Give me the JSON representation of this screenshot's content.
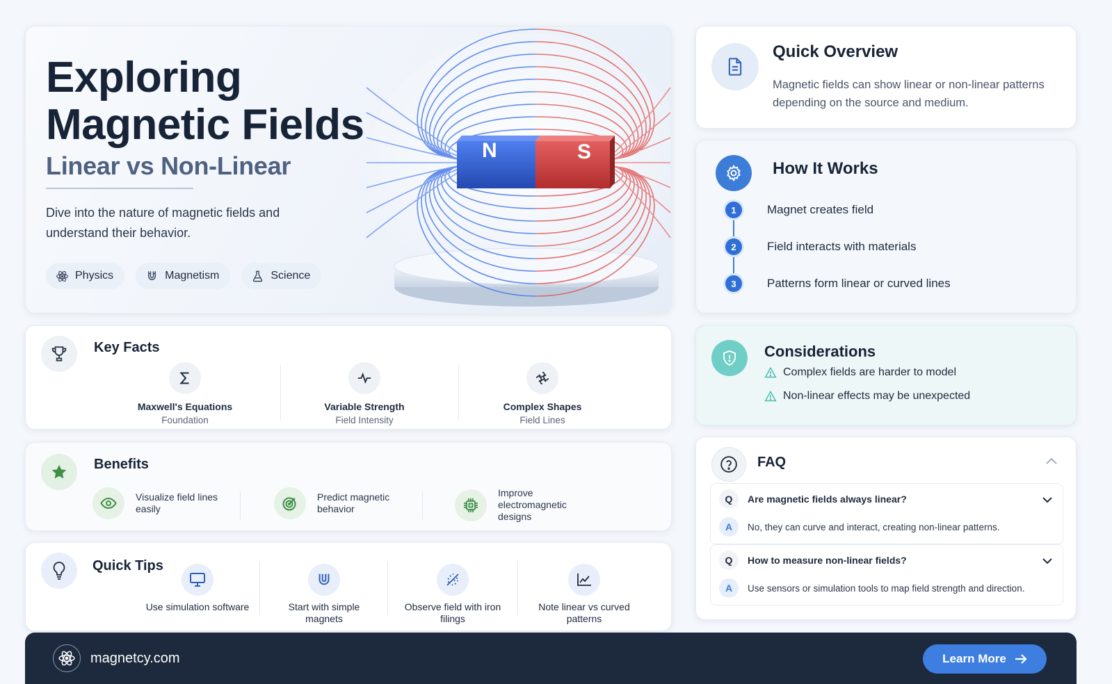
{
  "hero": {
    "title": "Exploring Magnetic Fields",
    "subtitle": "Linear vs Non-Linear",
    "description": "Dive into the nature of magnetic fields and understand their behavior.",
    "chips": [
      {
        "label": "Physics",
        "icon": "atom-icon"
      },
      {
        "label": "Magnetism",
        "icon": "magnet-icon"
      },
      {
        "label": "Science",
        "icon": "flask-icon"
      }
    ],
    "magnet": {
      "north": "N",
      "south": "S"
    }
  },
  "overview": {
    "title": "Quick Overview",
    "text": "Magnetic fields can show linear or non-linear patterns depending on the source and medium."
  },
  "how": {
    "title": "How It Works",
    "steps": [
      {
        "num": "1",
        "text": "Magnet creates field"
      },
      {
        "num": "2",
        "text": "Field interacts with materials"
      },
      {
        "num": "3",
        "text": "Patterns form linear or curved lines"
      }
    ]
  },
  "considerations": {
    "title": "Considerations",
    "items": [
      "Complex fields are harder to model",
      "Non-linear effects may be unexpected"
    ]
  },
  "faq": {
    "title": "FAQ",
    "q_badge": "Q",
    "a_badge": "A",
    "items": [
      {
        "q": "Are magnetic fields always linear?",
        "a": "No, they can curve and interact, creating non-linear patterns."
      },
      {
        "q": "How to measure non-linear fields?",
        "a": "Use sensors or simulation tools to map field strength and direction."
      }
    ]
  },
  "facts": {
    "title": "Key Facts",
    "items": [
      {
        "title": "Maxwell's Equations",
        "sub": "Foundation",
        "icon": "sigma-icon"
      },
      {
        "title": "Variable Strength",
        "sub": "Field Intensity",
        "icon": "pulse-icon"
      },
      {
        "title": "Complex Shapes",
        "sub": "Field Lines",
        "icon": "swirl-icon"
      }
    ]
  },
  "benefits": {
    "title": "Benefits",
    "items": [
      {
        "text": "Visualize field lines easily",
        "icon": "eye-icon"
      },
      {
        "text": "Predict magnetic behavior",
        "icon": "target-icon"
      },
      {
        "text": "Improve electromagnetic designs",
        "icon": "chip-icon"
      }
    ]
  },
  "tips": {
    "title": "Quick Tips",
    "items": [
      {
        "text": "Use simulation software",
        "icon": "monitor-icon"
      },
      {
        "text": "Start with simple magnets",
        "icon": "magnet-icon"
      },
      {
        "text": "Observe field with iron filings",
        "icon": "filings-icon"
      },
      {
        "text": "Note linear vs curved patterns",
        "icon": "chart-icon"
      }
    ]
  },
  "footer": {
    "site": "magnetcy.com",
    "cta": "Learn More"
  },
  "colors": {
    "accent": "#3d7ee0",
    "north": "#2f5fd0",
    "south": "#d64545",
    "teal": "#6fcfc7",
    "green": "#3f8f46",
    "footer_bg": "#1d2a3d"
  }
}
